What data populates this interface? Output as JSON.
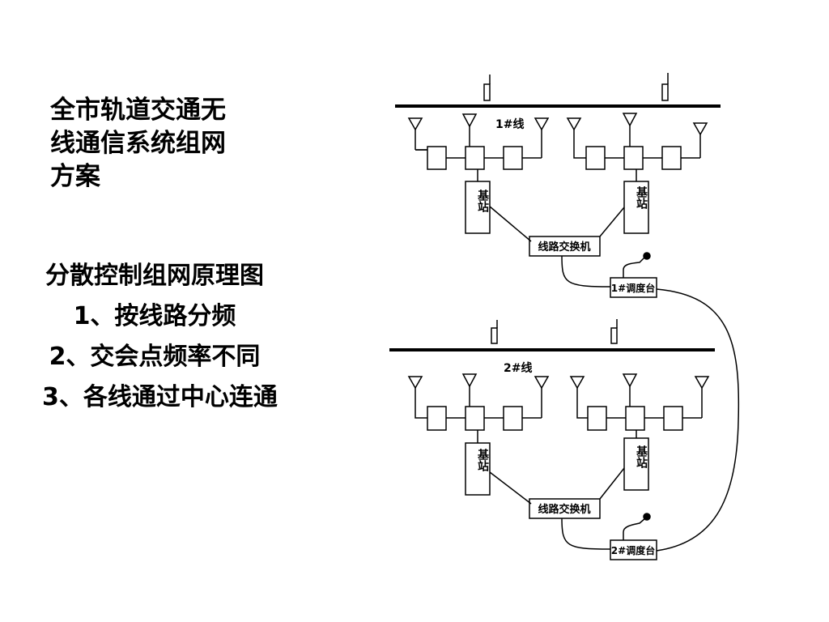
{
  "title": {
    "lines": [
      "全市轨道交通无",
      "线通信系统组网",
      "方案"
    ]
  },
  "principle": {
    "heading": "分散控制组网原理图",
    "points": [
      "1、按线路分频",
      "2、交会点频率不同",
      "3、各线通过中心连通"
    ]
  },
  "diagram": {
    "line1": {
      "label": "1#线",
      "switch": "线路交换机",
      "dispatch": "1#调度台",
      "base_station_left": "基站",
      "base_station_right": "基站"
    },
    "line2": {
      "label": "2#线",
      "switch": "线路交换机",
      "dispatch": "2#调度台",
      "base_station_left": "基站",
      "base_station_right": "基站"
    }
  }
}
